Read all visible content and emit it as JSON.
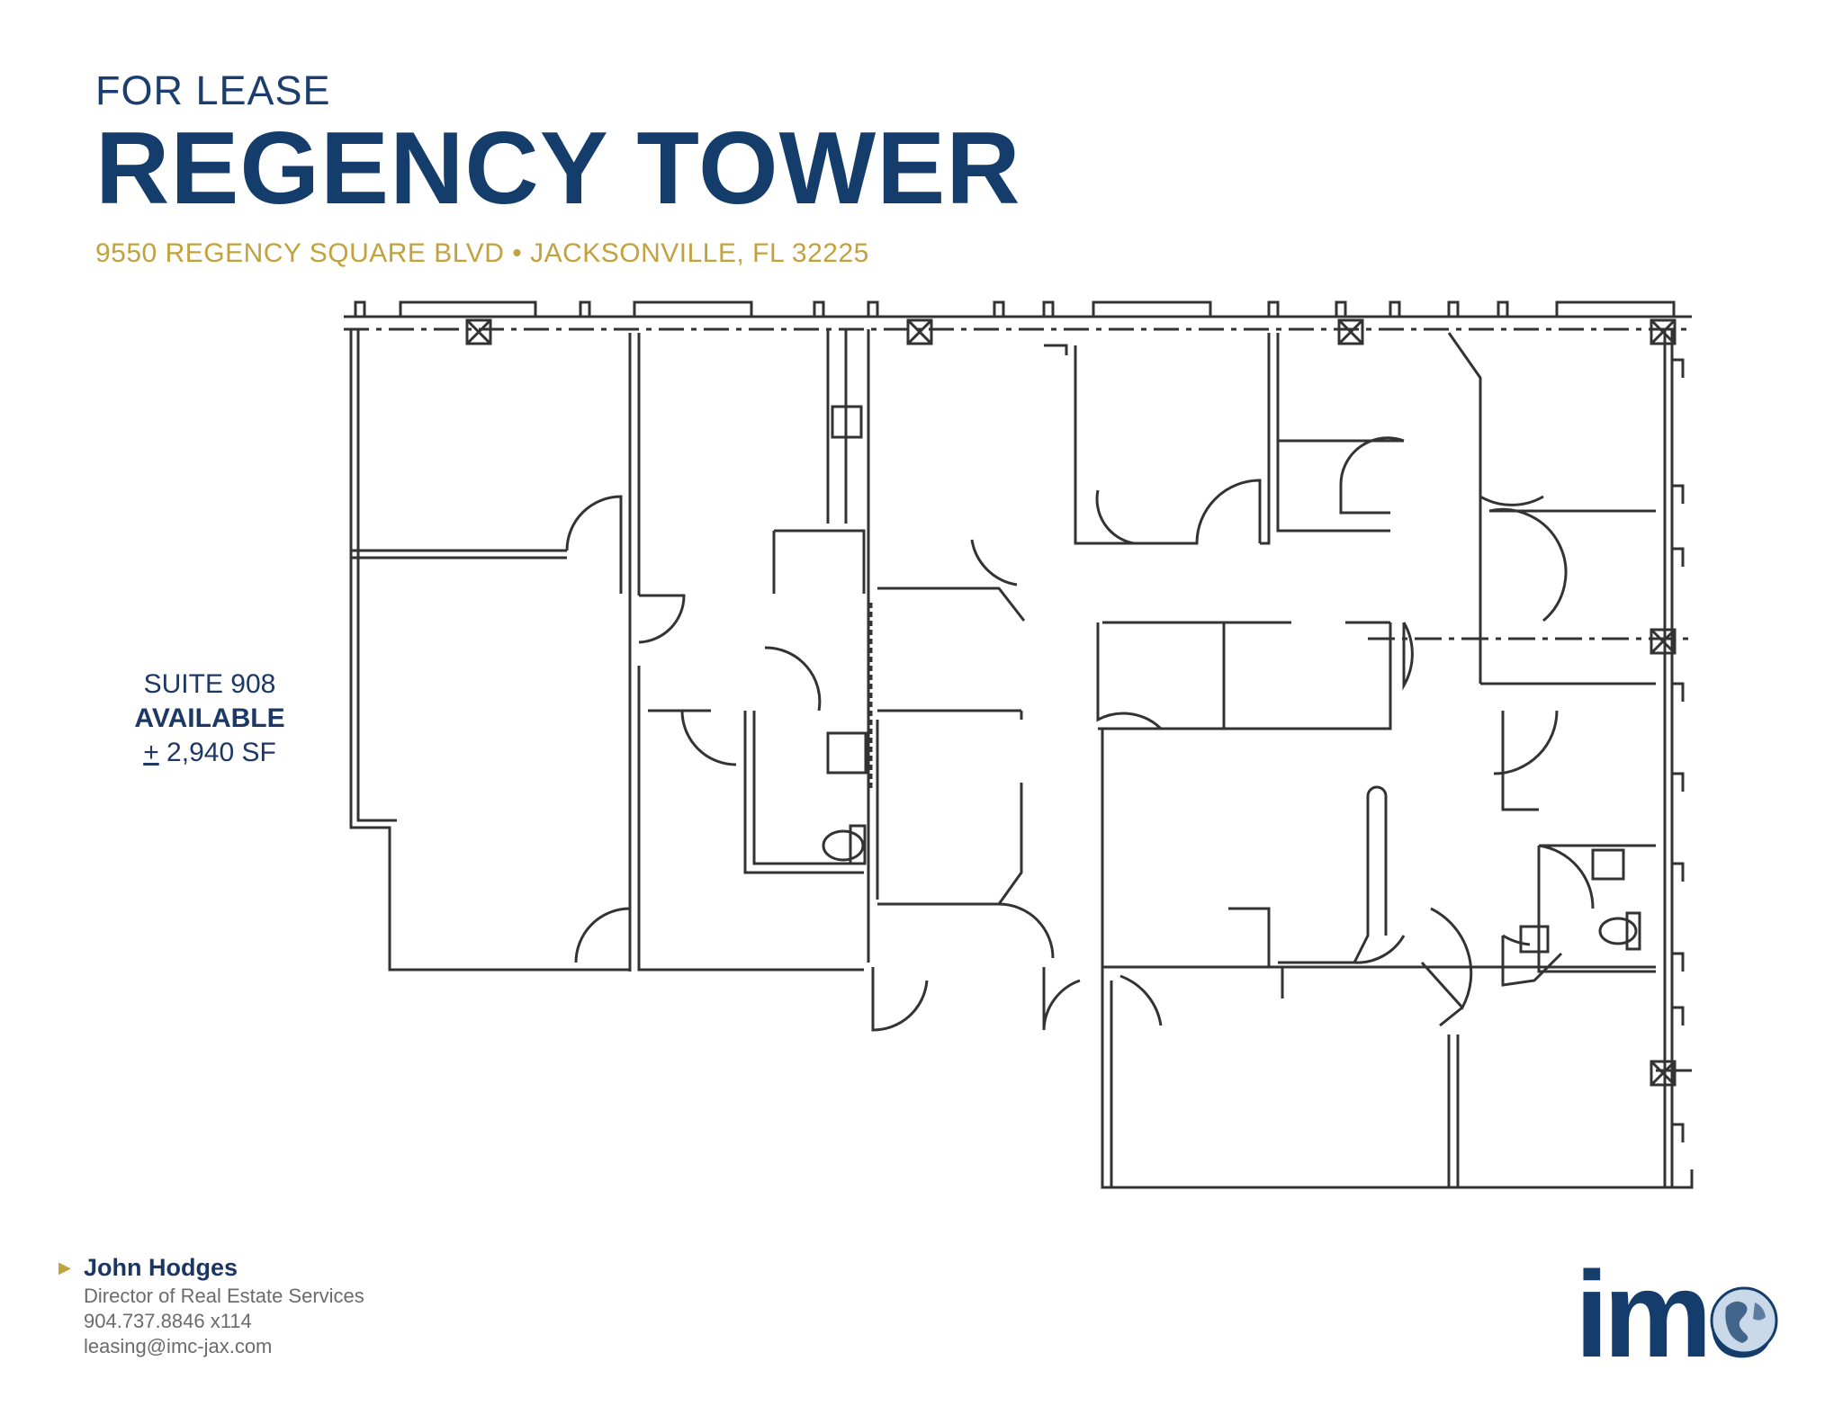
{
  "header": {
    "eyebrow": "FOR LEASE",
    "title": "REGENCY TOWER",
    "address": "9550 REGENCY SQUARE BLVD • JACKSONVILLE, FL 32225"
  },
  "suite": {
    "name": "SUITE 908",
    "status": "AVAILABLE",
    "plusminus": "+",
    "area": " 2,940 SF"
  },
  "contact": {
    "name": "John Hodges",
    "title": "Director of Real Estate Services",
    "phone": "904.737.8846 x114",
    "email": "leasing@imc-jax.com"
  },
  "logo": {
    "text": "imc",
    "icon": "globe-icon"
  },
  "colors": {
    "navy": "#143d6c",
    "gold": "#c2a23c",
    "gray": "#6b6b6b"
  }
}
